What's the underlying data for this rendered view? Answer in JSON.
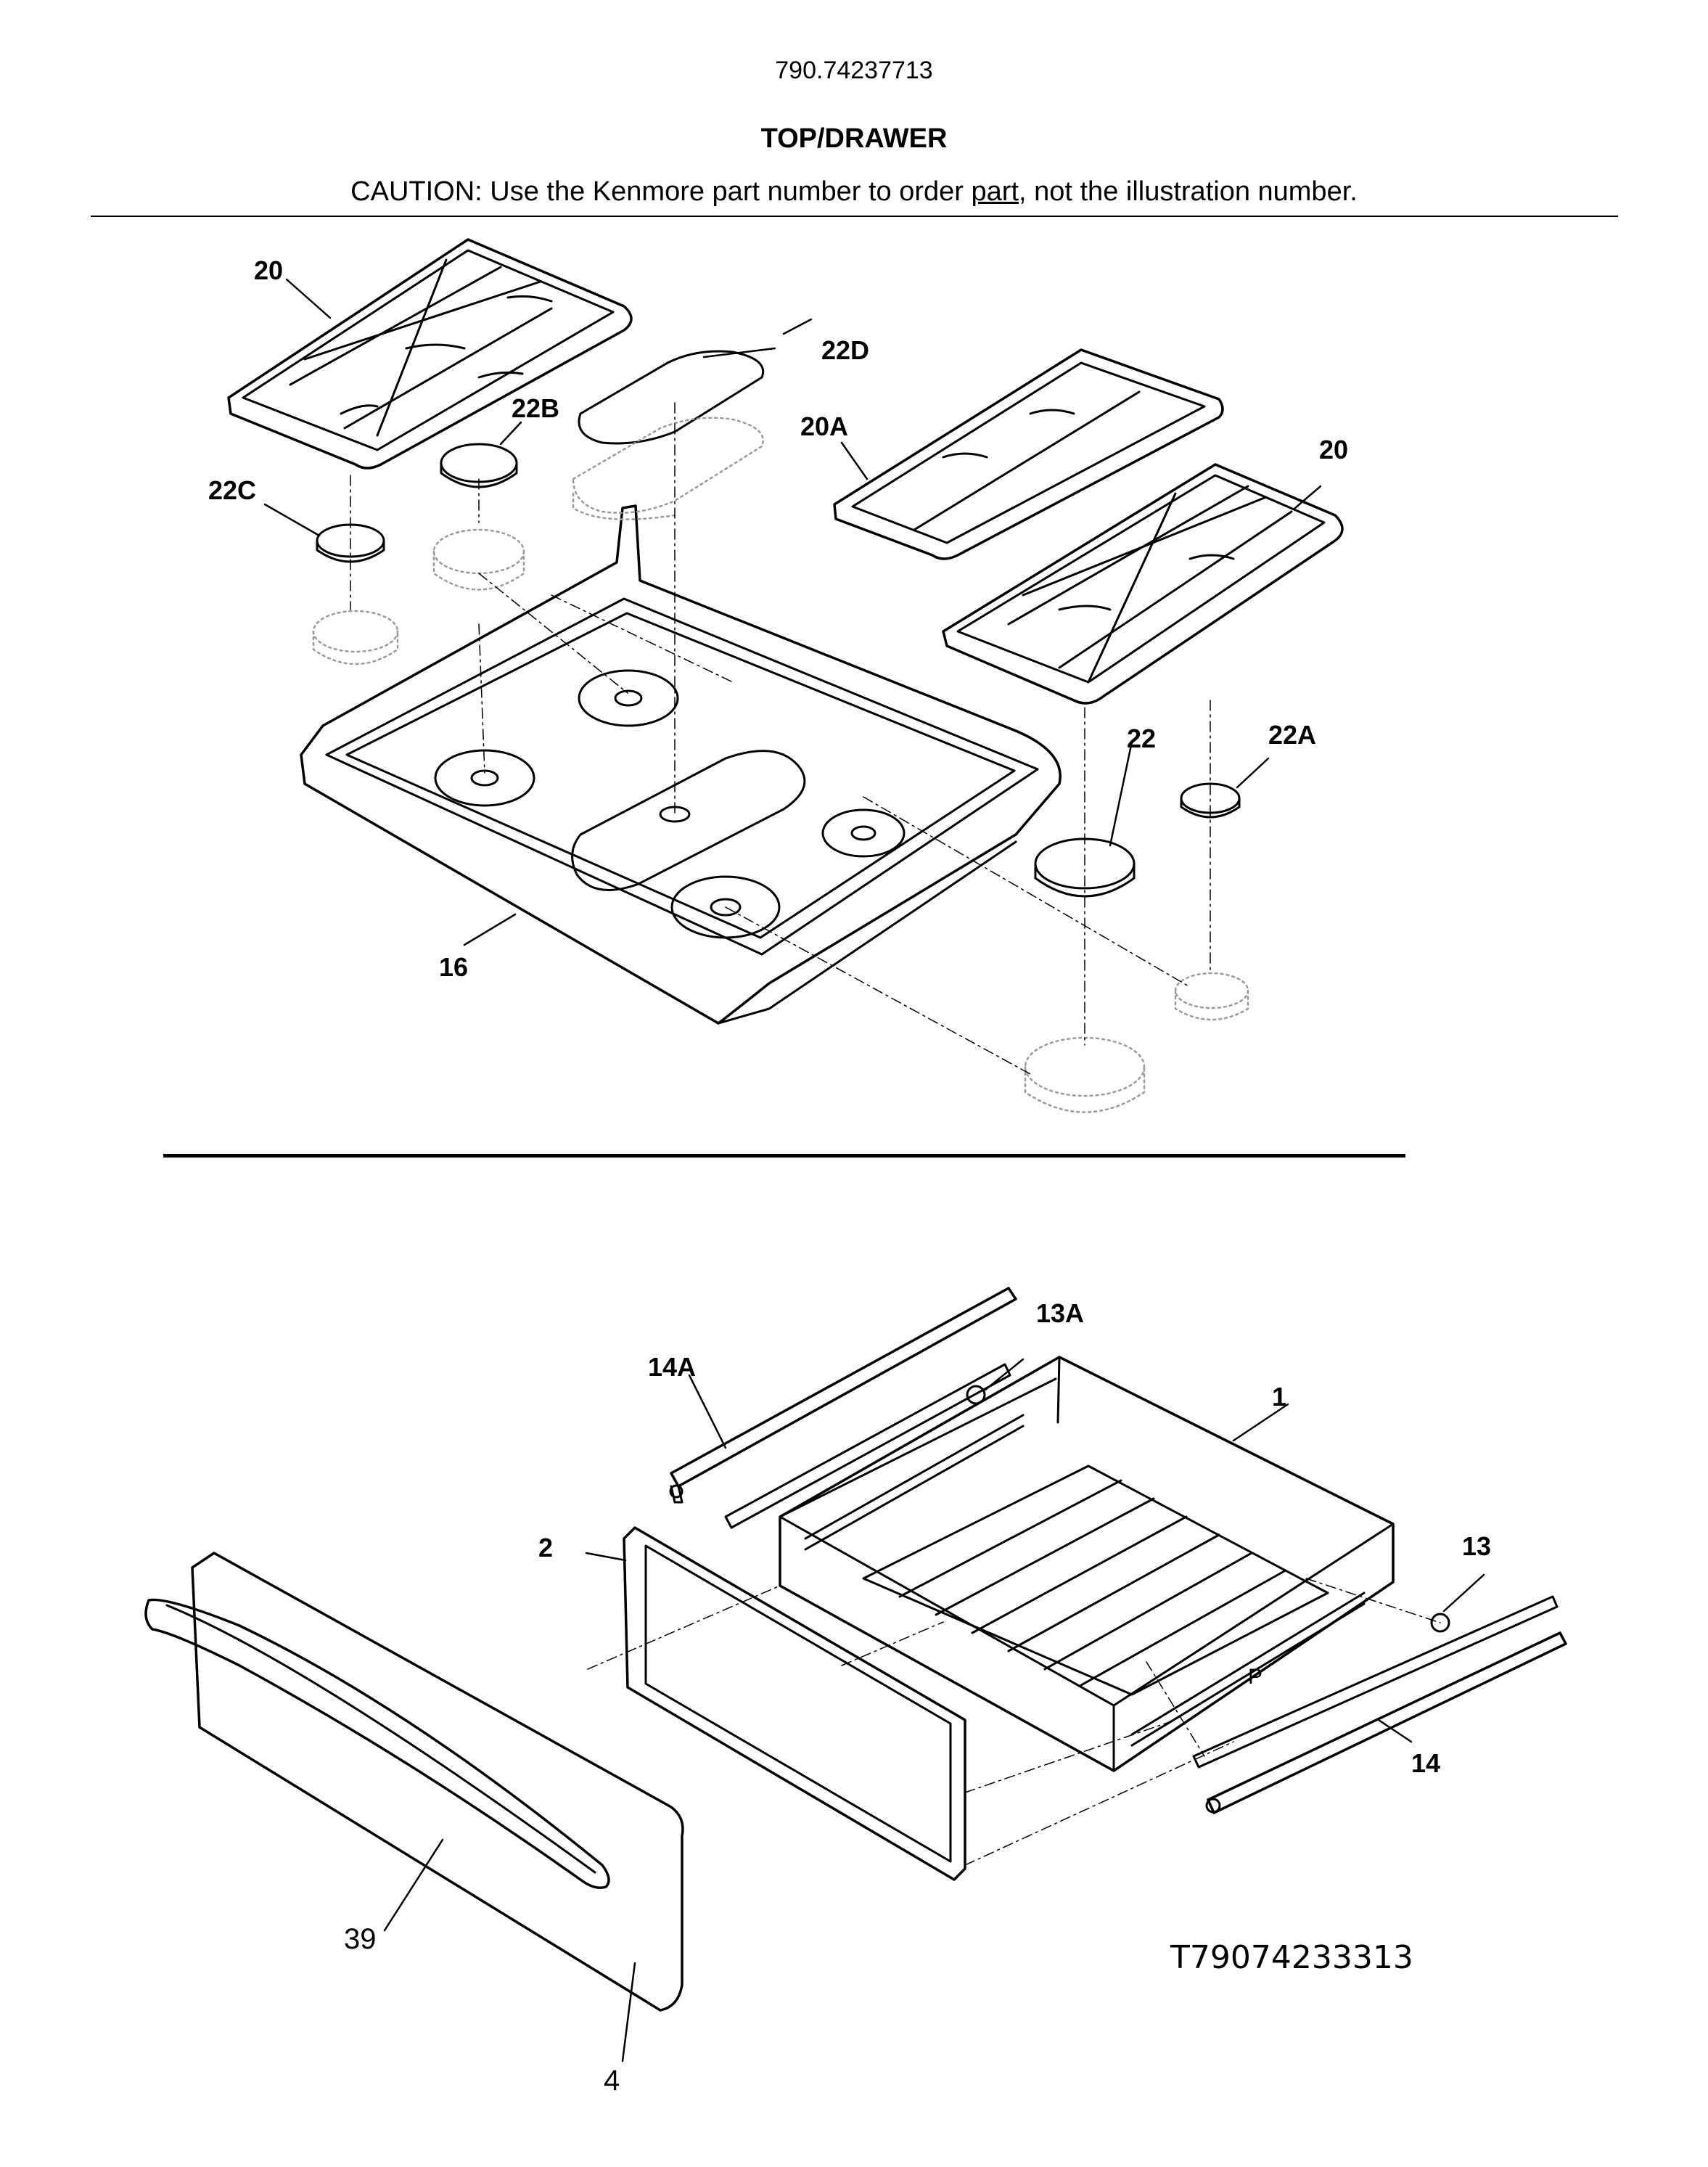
{
  "header": {
    "model_number": "790.74237713",
    "title": "TOP/DRAWER",
    "caution_prefix": "CAUTION: Use the Kenmore part number to order ",
    "caution_underlined": "part",
    "caution_suffix": ", not the illustration number."
  },
  "callouts": {
    "grate_left": "20",
    "grate_center": "20A",
    "grate_right": "20",
    "cap_22": "22",
    "cap_22a": "22A",
    "cap_22b": "22B",
    "cap_22c": "22C",
    "cap_22d": "22D",
    "cooktop": "16",
    "drawer_body": "1",
    "drawer_panel": "2",
    "drawer_front": "4",
    "handle": "39",
    "rail_left": "14A",
    "roller_left": "13A",
    "rail_right": "14",
    "roller_right": "13"
  },
  "illustration_code": "T79074233313",
  "colors": {
    "ink": "#000000",
    "paper": "#ffffff",
    "ghost": "#9a9a9a"
  }
}
